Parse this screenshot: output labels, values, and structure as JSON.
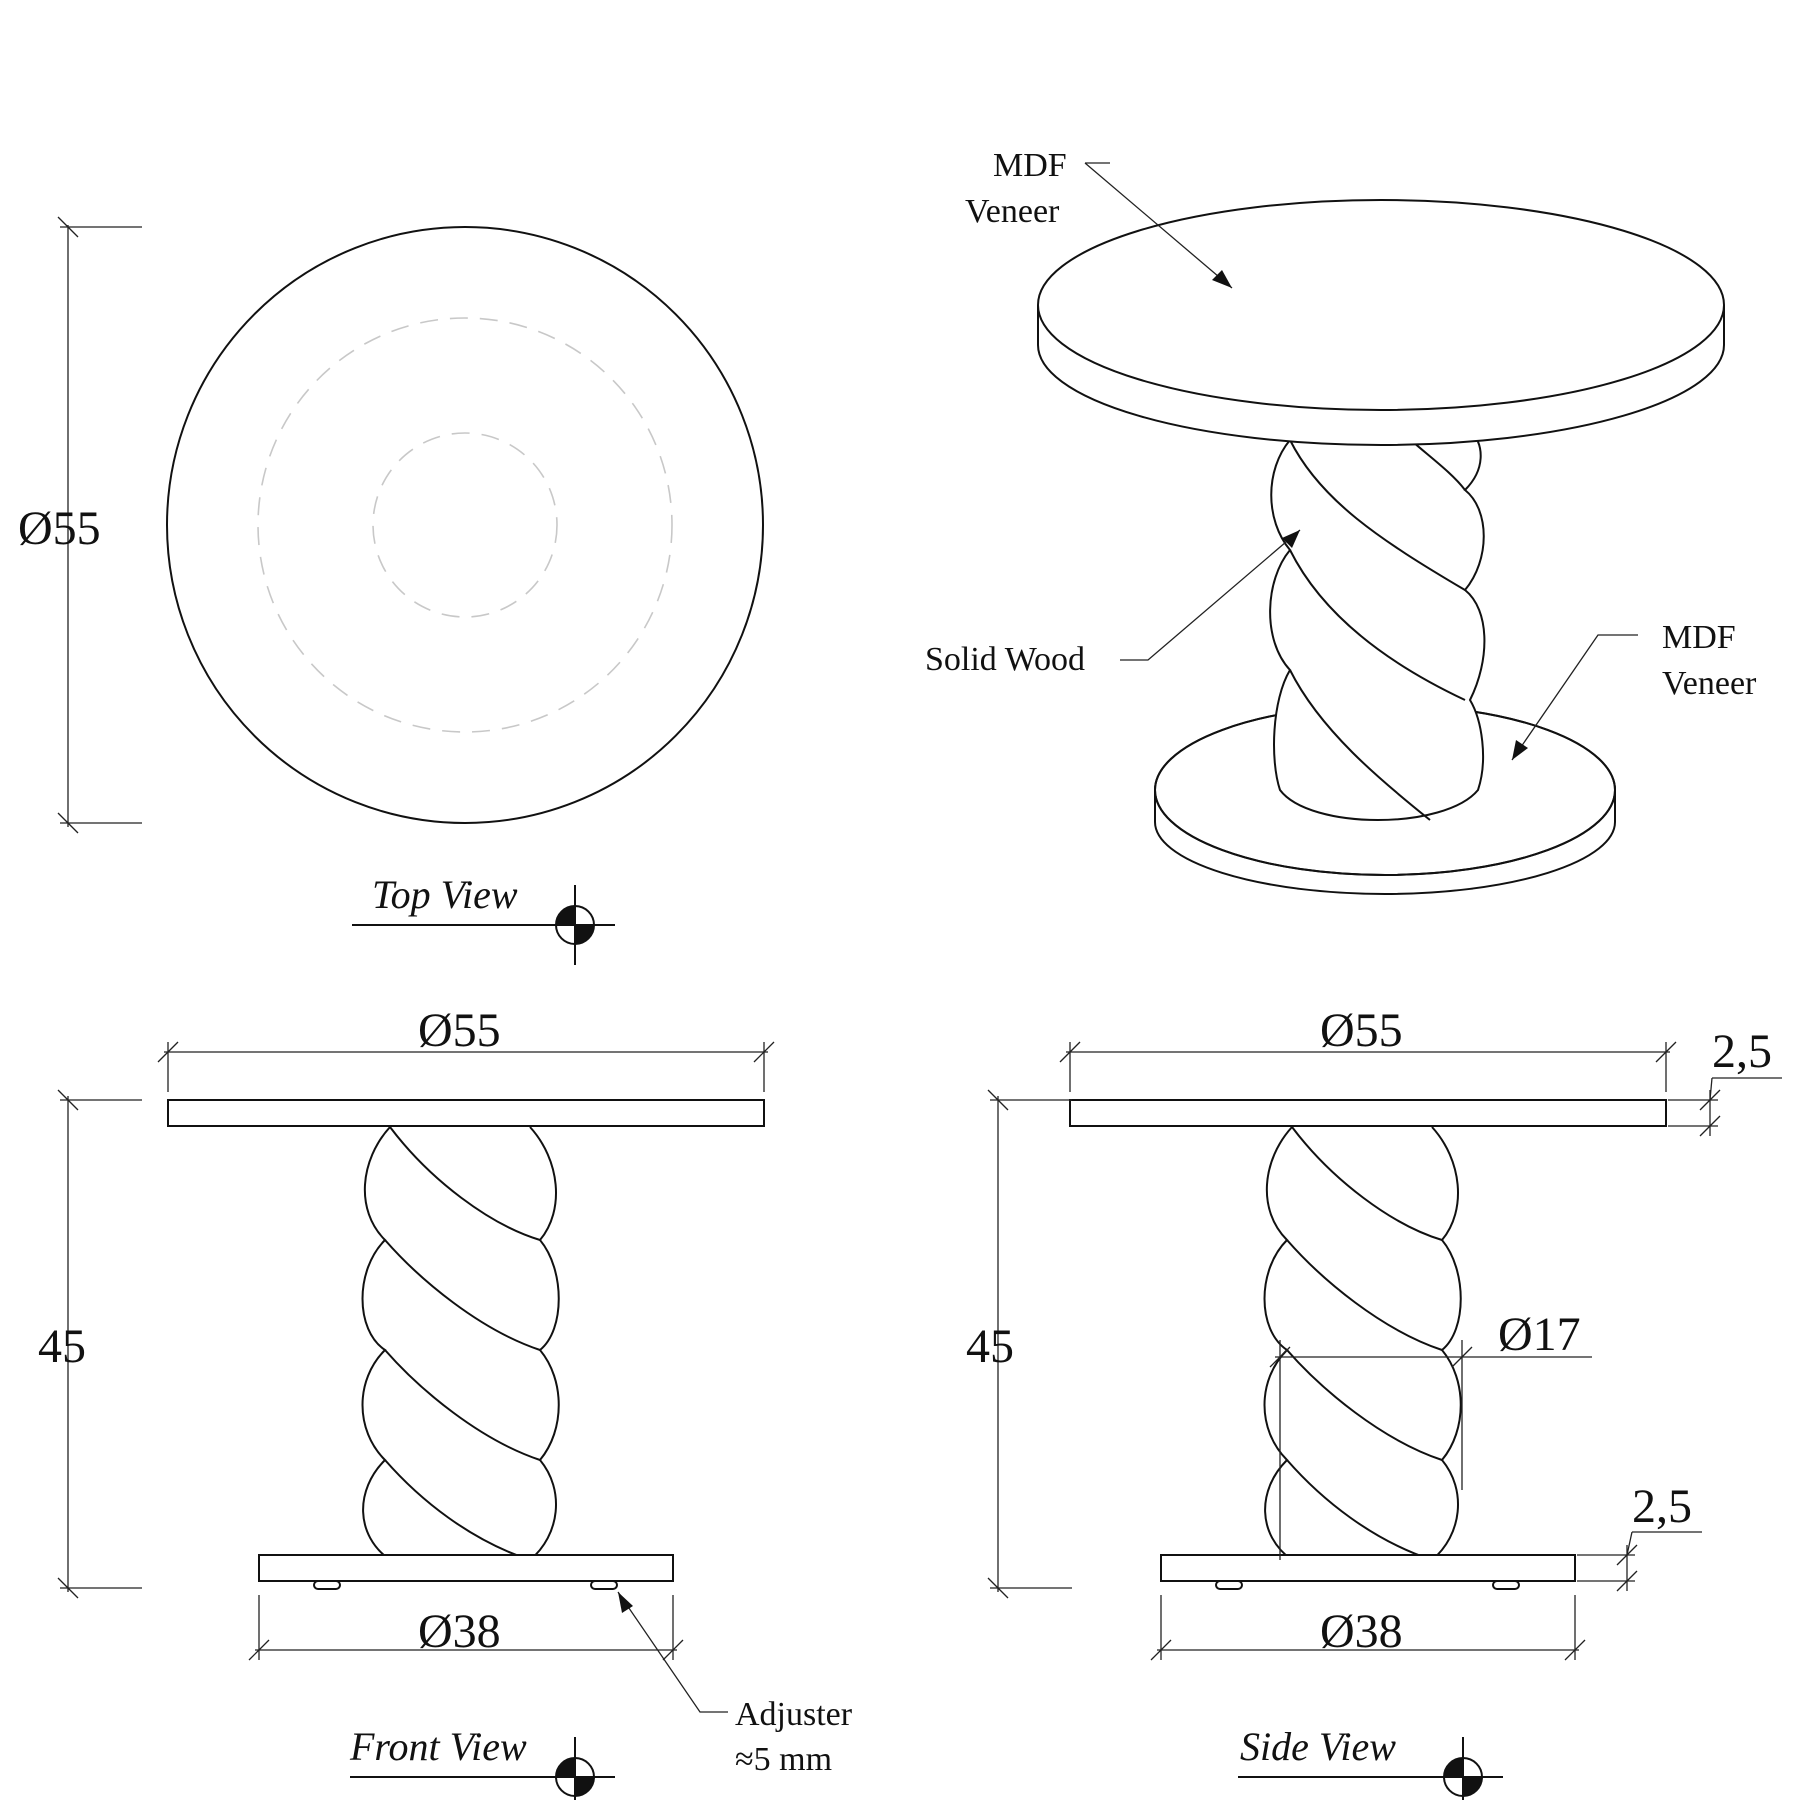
{
  "top_view": {
    "title": "Top View",
    "diameter_label": "Ø55"
  },
  "iso_view": {
    "top_material_label": [
      "MDF",
      "Veneer"
    ],
    "column_material_label": "Solid Wood",
    "base_material_label": [
      "MDF",
      "Veneer"
    ]
  },
  "front_view": {
    "title": "Front View",
    "top_diameter_label": "Ø55",
    "height_label": "45",
    "base_diameter_label": "Ø38",
    "adjuster_label": [
      "Adjuster",
      "≈5 mm"
    ]
  },
  "side_view": {
    "title": "Side View",
    "top_diameter_label": "Ø55",
    "height_label": "45",
    "top_thickness_label": "2,5",
    "column_diameter_label": "Ø17",
    "base_thickness_label": "2,5",
    "base_diameter_label": "Ø38"
  },
  "colors": {
    "line": "#111111",
    "hidden_line": "#c8c8c8",
    "background": "#ffffff"
  }
}
